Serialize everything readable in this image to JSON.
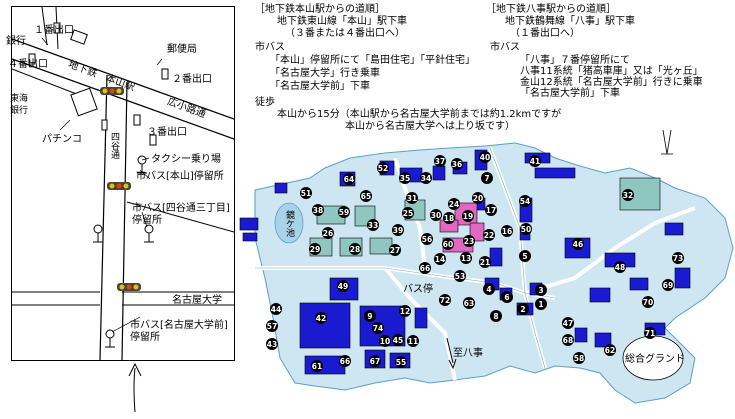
{
  "routes": {
    "motoyama": {
      "title": "［地下鉄本山駅からの道順］",
      "lines": [
        {
          "text": "地下鉄東山線「本山」駅下車",
          "indent": 1
        },
        {
          "text": "（３番または４番出口へ）",
          "indent": 2
        },
        {
          "text": "市バス",
          "indent": 0
        },
        {
          "text": "「本山」停留所にて「島田住宅」「平針住宅」",
          "indent": 1
        },
        {
          "text": "「名古屋大学」行き乗車",
          "indent": 1
        },
        {
          "text": "「名古屋大学前」下車",
          "indent": 1
        }
      ]
    },
    "yagoto": {
      "title": "［地下鉄八事駅からの道順］",
      "lines": [
        {
          "text": "地下鉄鶴舞線「八事」駅下車",
          "indent": 1
        },
        {
          "text": "（１番出口へ）",
          "indent": 2
        },
        {
          "text": "市バス",
          "indent": 0
        },
        {
          "text": "「八事」７番停留所にて",
          "indent": 1
        },
        {
          "text": "八事11系統「猪高車庫」又は「光ヶ丘」",
          "indent": 1
        },
        {
          "text": "金山12系統「名古屋大学前」行きに乗車",
          "indent": 1
        },
        {
          "text": "「名古屋大学前」下車",
          "indent": 1
        }
      ]
    },
    "walk": {
      "title": "徒歩",
      "lines": [
        "本山から15分（本山駅から名古屋大学前までは約1.2kmですが",
        "本山から名古屋大学へは上り坂です）"
      ]
    }
  },
  "inset_map": {
    "labels": {
      "exit1": "１番出口",
      "bank": "銀行",
      "post_office": "郵便局",
      "exit4": "４番出口",
      "exit2": "２番出口",
      "subway_motoyama": "地下鉄　本山駅",
      "tokai_bank": "東海\n銀行",
      "hirokoji": "広小路通",
      "exit3": "３番出口",
      "pachinko": "パチンコ",
      "yotsuya": "四谷通",
      "taxi": "タクシー乗り場",
      "bus_motoyama": "市バス[本山]停留所",
      "bus_yotsuya3": "市バス[四谷通三丁目]\n停留所",
      "nagoya_univ": "名古屋大学",
      "bus_univ": "市バス[名古屋大学前]\n停留所"
    }
  },
  "campus_map": {
    "labels": {
      "pond": "鏡ケ池",
      "bus_stop": "バス停",
      "to_yagoto": "至八事",
      "ground": "総合グランド"
    },
    "buildings": [
      "51",
      "64",
      "52",
      "35",
      "37",
      "36",
      "40",
      "41",
      "38",
      "59",
      "65",
      "54",
      "31",
      "25",
      "34",
      "24",
      "20",
      "17",
      "30",
      "19",
      "32",
      "26",
      "33",
      "39",
      "22",
      "16",
      "50",
      "56",
      "29",
      "28",
      "27",
      "60",
      "23",
      "14",
      "13",
      "21",
      "66",
      "5",
      "46",
      "48",
      "49",
      "4",
      "6",
      "1",
      "73",
      "44",
      "42",
      "9",
      "72",
      "63",
      "2",
      "3",
      "70",
      "69",
      "57",
      "74",
      "12",
      "8",
      "47",
      "43",
      "10",
      "11",
      "71",
      "68",
      "61",
      "65",
      "67",
      "55",
      "58",
      "62",
      "53",
      "18",
      "7"
    ]
  }
}
